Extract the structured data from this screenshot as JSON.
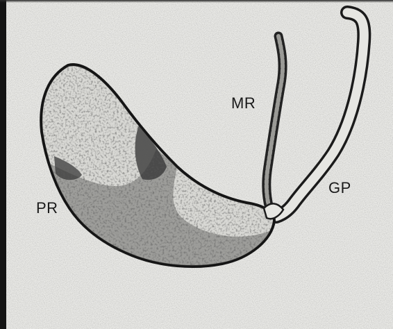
{
  "labels": {
    "mr": "MR",
    "gp": "GP",
    "pr": "PR"
  },
  "colors": {
    "background": "#e9e9e6",
    "tissue_light": "#d6d6d2",
    "tissue_dark": "#3a3a3a",
    "outline": "#1b1b1b"
  }
}
